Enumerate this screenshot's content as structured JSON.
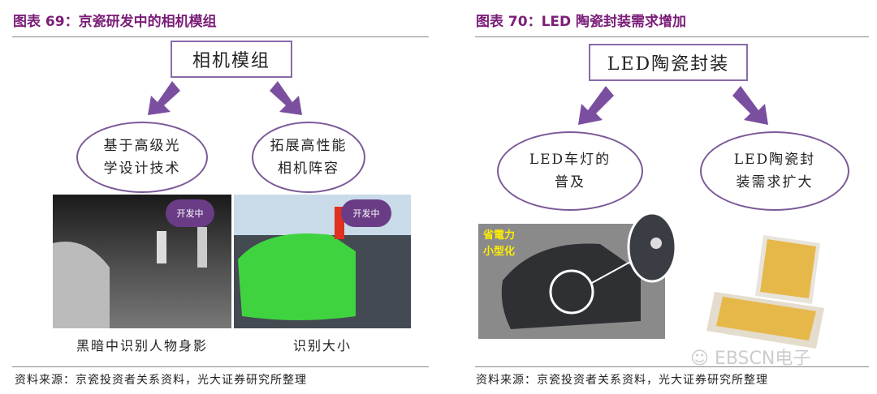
{
  "left": {
    "title": "图表 69：京瓷研发中的相机模组",
    "root": "相机模组",
    "nodes": [
      {
        "line1": "基于高级光",
        "line2": "学设计技术"
      },
      {
        "line1": "拓展高性能",
        "line2": "相机阵容"
      }
    ],
    "badge": "开发中",
    "captions": [
      "黑暗中识别人物身影",
      "识别大小"
    ],
    "source": "资料来源：京瓷投资者关系资料，光大证券研究所整理"
  },
  "right": {
    "title": "图表 70：LED 陶瓷封装需求增加",
    "root": "LED陶瓷封装",
    "nodes": [
      {
        "line1": "LED车灯的",
        "line2": "普及"
      },
      {
        "line1": "LED陶瓷封",
        "line2": "装需求扩大"
      }
    ],
    "car_label": {
      "line1": "省電力",
      "line2": "小型化"
    },
    "watermark": "EBSCN电子",
    "source": "资料来源：京瓷投资者关系资料，光大证券研究所整理"
  },
  "colors": {
    "title": "#7a1e78",
    "arrow": "#7b4fa0",
    "badge": "#6a3c86"
  }
}
